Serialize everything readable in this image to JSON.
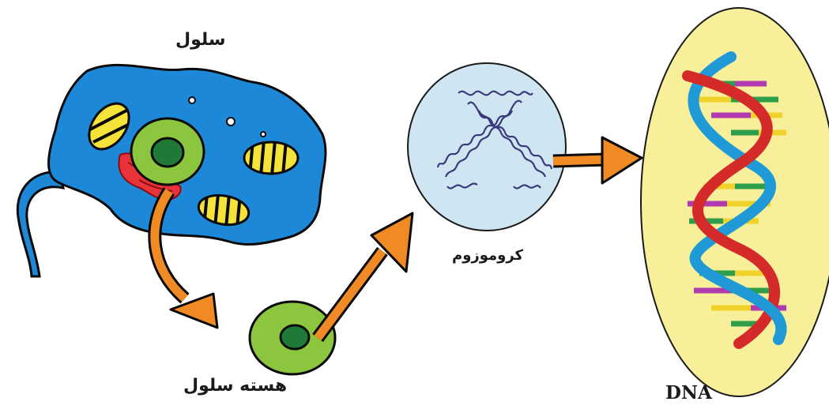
{
  "labels": {
    "cell": "سلول",
    "nucleus": "هسته سلول",
    "chromosome": "کروموزوم",
    "dna": "DNA"
  },
  "colors": {
    "cytoplasm": "#1e88d8",
    "nucleus": "#8cc63f",
    "nucleolus": "#1f7a3a",
    "mitochondria": "#f5e33a",
    "golgi": "#e8333a",
    "arrow": "#f08a24",
    "chromosome_bg": "#cfe6f2",
    "dna_bg": "#f7ef9a",
    "dna_strand_a": "#1f9ad6",
    "dna_strand_b": "#d42a2a"
  }
}
